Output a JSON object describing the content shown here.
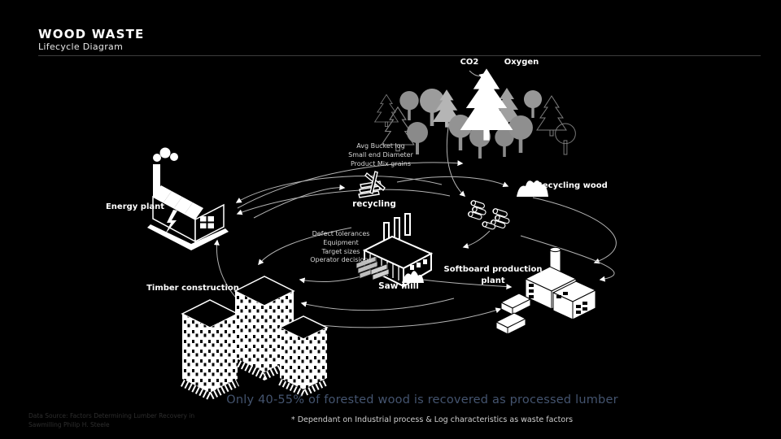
{
  "header": {
    "title": "WOOD WASTE",
    "subtitle": "Lifecycle Diagram"
  },
  "forest": {
    "co2_label": "CO2",
    "oxygen_label": "Oxygen"
  },
  "nodes": {
    "energy_plant": "Energy plant",
    "recycling": "recycling",
    "recycling_wood": "Recycling wood",
    "saw_mill": "Saw mill",
    "softboard_plant": "Softboard production\nplant",
    "timber_construction": "Timber construction"
  },
  "annotations": {
    "log_factors": "Avg Bucket log\nSmall end Diameter\nProduct Mix grains",
    "mill_factors": "Defect tolerances\nEquipment\nTarget sizes\nOperator decisions"
  },
  "footer": {
    "headline": "Only 40-55% of forested wood is recovered as processed lumber",
    "footnote": "* Dependant on Industrial process  &  Log characteristics as waste factors",
    "data_source": "Data Source: Factors Determining Lumber Recovery in\nSawmilling Philip H. Steele"
  },
  "icons": {
    "forest": "forest-trees-icon",
    "energy_plant": "energy-plant-factory-icon",
    "recycling_logs": "recycling-logs-icon",
    "recycling_wood_pile": "wood-chip-pile-icon",
    "log_bundles": "log-bundles-icon",
    "saw_mill": "saw-mill-factory-icon",
    "lumber_stack": "lumber-stack-icon",
    "sawdust": "sawdust-pile-icon",
    "softboard_plant": "softboard-factory-icon",
    "softboard_panels": "softboard-panels-icon",
    "timber_towers": "timber-towers-icon",
    "flow_arrows": "lifecycle-flow-arrows"
  },
  "colors": {
    "background": "#000000",
    "diagram": "#ffffff",
    "tree_gray": "#8f8f8f",
    "arrow": "#b3b3b3",
    "headline": "#44546F",
    "data_source_text": "#2e2e2e"
  }
}
